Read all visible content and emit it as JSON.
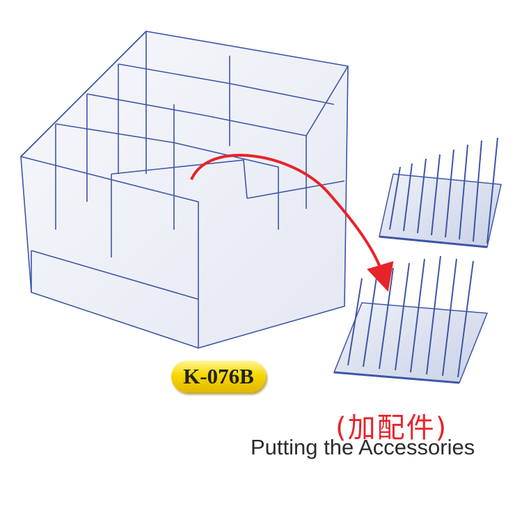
{
  "product": {
    "model_label": "K-076B",
    "accessory_label_cn": "(加配件)",
    "accessory_label_en": "Putting the Accessories"
  },
  "colors": {
    "outline": "#3d55a8",
    "arrow": "#e8232a",
    "badge": "#f7d800"
  }
}
